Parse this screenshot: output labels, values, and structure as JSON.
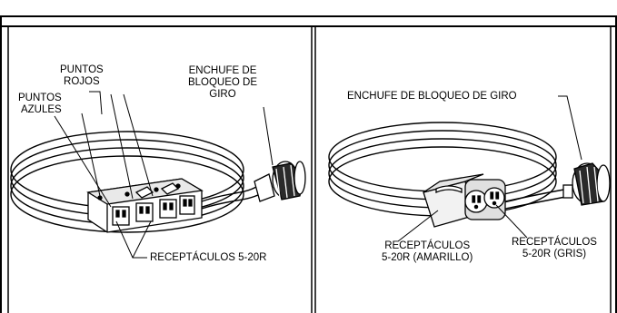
{
  "header": {
    "title_fragment": ""
  },
  "left_panel": {
    "label_red_dots": [
      "PUNTOS",
      "ROJOS"
    ],
    "label_blue_dots": [
      "PUNTOS",
      "AZULES"
    ],
    "label_plug": [
      "ENCHUFE DE",
      "BLOQUEO DE",
      "GIRO"
    ],
    "label_receptacles": "RECEPTÁCULOS 5-20R"
  },
  "right_panel": {
    "label_plug": "ENCHUFE DE BLOQUEO DE GIRO",
    "label_yellow": [
      "RECEPTÁCULOS",
      "5-20R (AMARILLO)"
    ],
    "label_gray": [
      "RECEPTÁCULOS",
      "5-20R (GRIS)"
    ]
  }
}
